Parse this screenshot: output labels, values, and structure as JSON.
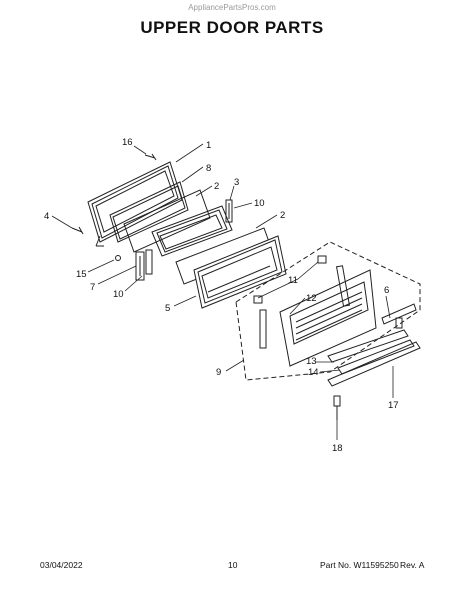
{
  "watermark": "AppliancePartsPros.com",
  "title": "UPPER DOOR PARTS",
  "callouts": [
    "16",
    "1",
    "8",
    "2",
    "3",
    "4",
    "10",
    "2",
    "15",
    "7",
    "10",
    "5",
    "11",
    "12",
    "6",
    "9",
    "13",
    "14",
    "17",
    "18"
  ],
  "footer": {
    "date": "03/04/2022",
    "page": "10",
    "part_no": "Part No. W11595250",
    "rev": "Rev. A"
  }
}
